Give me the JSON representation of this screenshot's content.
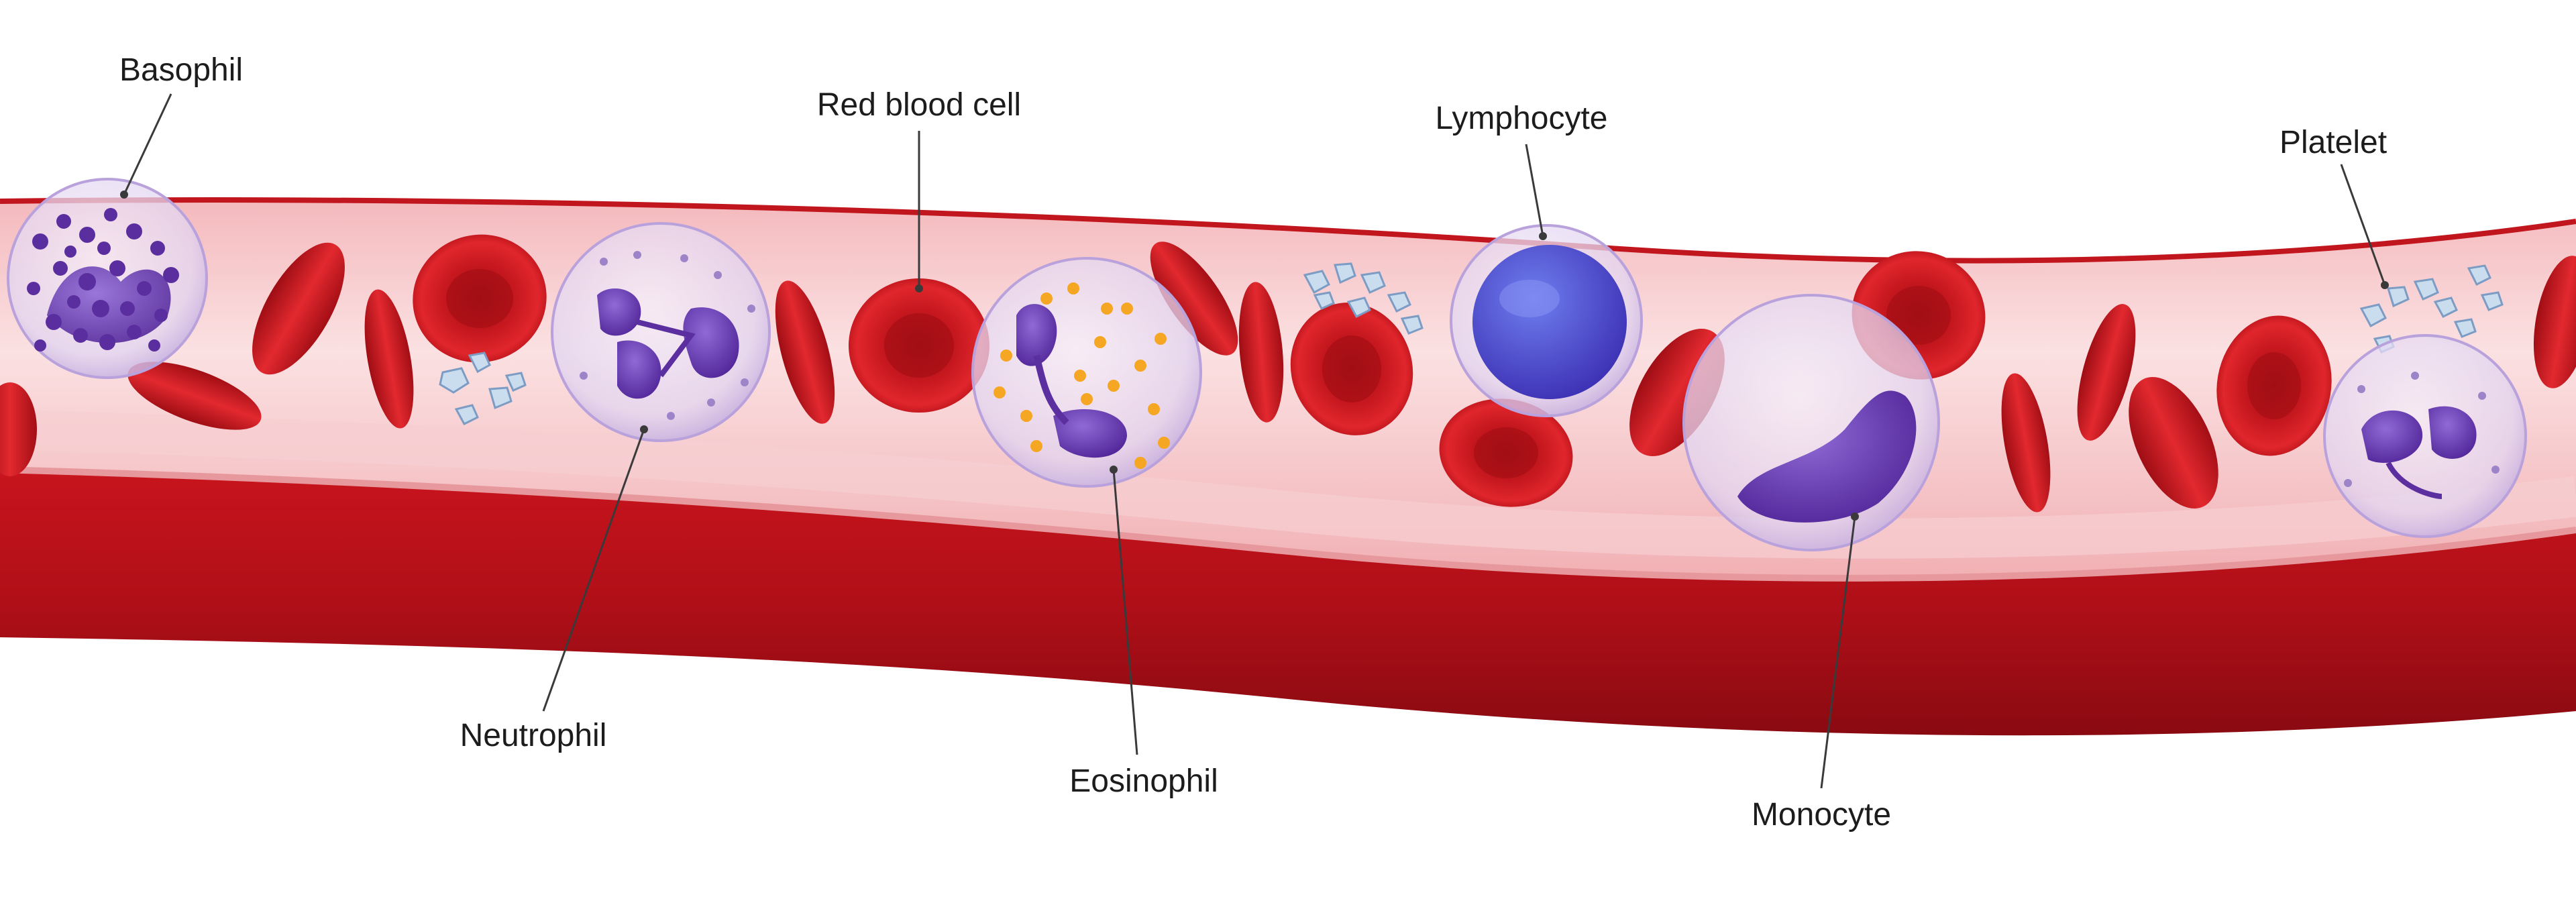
{
  "labels": {
    "basophil": "Basophil",
    "red_blood_cell": "Red blood cell",
    "lymphocyte": "Lymphocyte",
    "platelet": "Platelet",
    "neutrophil": "Neutrophil",
    "eosinophil": "Eosinophil",
    "monocyte": "Monocyte"
  },
  "colors": {
    "vessel_wall": "#b5121b",
    "vessel_wall_dark": "#8e0a12",
    "vessel_lumen": "#f6c3c6",
    "vessel_lumen_light": "#fbdfe0",
    "red_blood_cell": "#d21f26",
    "red_blood_cell_center": "#a50f16",
    "wbc_membrane": "#e6dcf3",
    "nucleus": "#6a3fb3",
    "eosinophil_granule": "#f5a623",
    "platelet": "#b8d3ea"
  }
}
